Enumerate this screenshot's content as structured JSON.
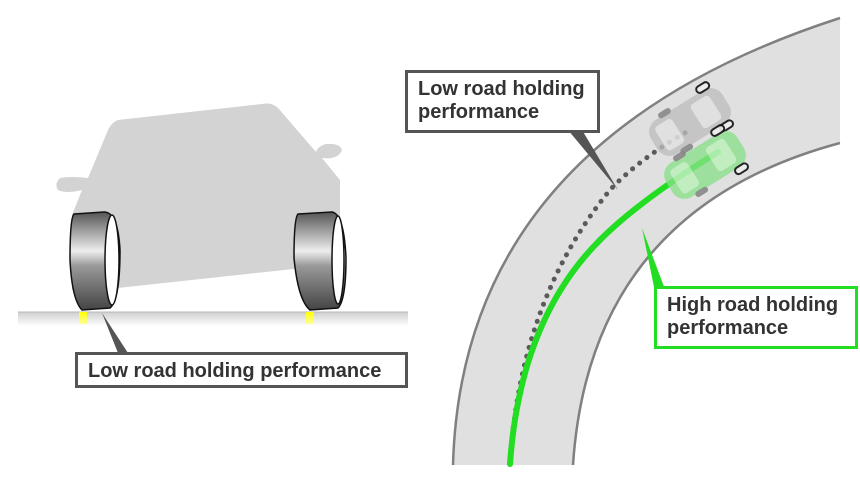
{
  "left_panel": {
    "callout": "Low road holding performance"
  },
  "right_panel": {
    "callout_low_line1": "Low road holding",
    "callout_low_line2": "performance",
    "callout_high_line1": "High road holding",
    "callout_high_line2": "performance"
  },
  "colors": {
    "car_body": "#d3d3d3",
    "road": "#e0e0e0",
    "road_edge": "#808080",
    "high_path": "#22dd22",
    "low_path": "#5a5a5a",
    "contact_patch": "#ffff00",
    "callout_border_dark": "#555555",
    "callout_border_green": "#22dd22"
  }
}
